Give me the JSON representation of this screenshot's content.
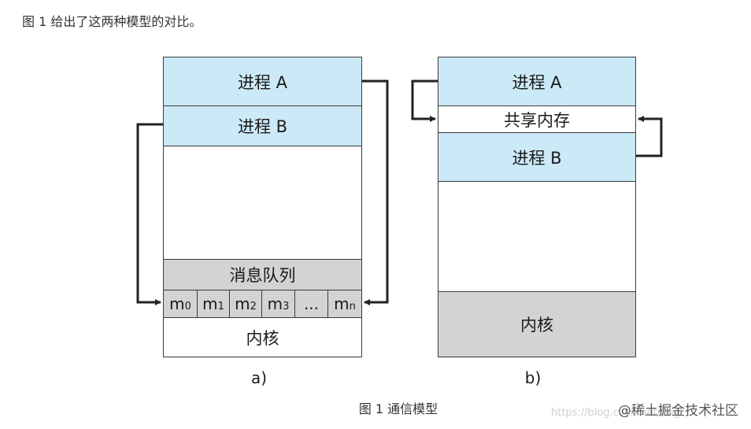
{
  "intro_text": "图 1 给出了这两种模型的对比。",
  "diagram_a": {
    "process_a": "进程 A",
    "process_b": "进程 B",
    "message_queue": "消息队列",
    "messages": [
      {
        "base": "m",
        "sub": "0"
      },
      {
        "base": "m",
        "sub": "1"
      },
      {
        "base": "m",
        "sub": "2"
      },
      {
        "base": "m",
        "sub": "3"
      },
      {
        "base": "...",
        "sub": ""
      },
      {
        "base": "m",
        "sub": "n"
      }
    ],
    "kernel": "内核",
    "label": "a)"
  },
  "diagram_b": {
    "process_a": "进程 A",
    "shared_memory": "共享内存",
    "process_b": "进程 B",
    "kernel": "内核",
    "label": "b)"
  },
  "caption": "图 1 通信模型",
  "watermark": "@稀土掘金技术社区",
  "watermark_url": "https://blog.csdn.net/Eng"
}
